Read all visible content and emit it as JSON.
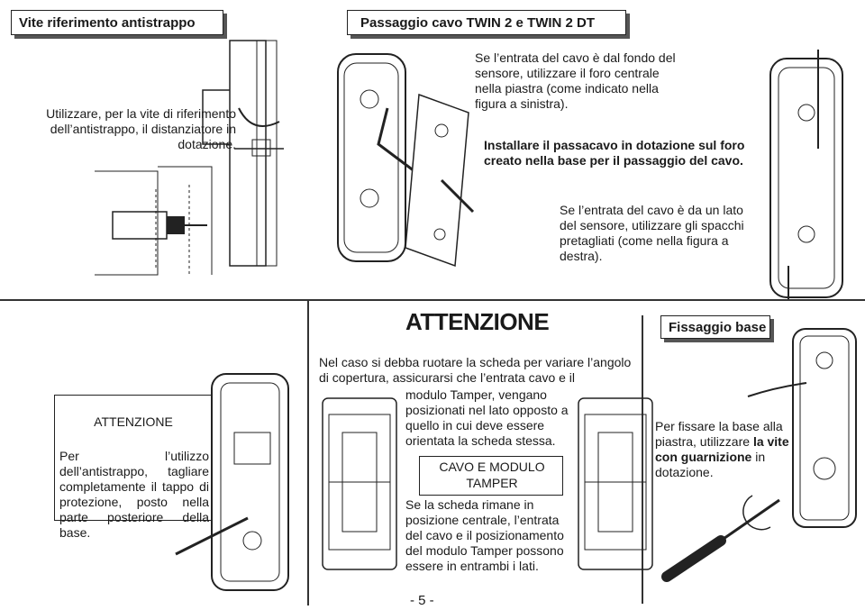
{
  "sections": {
    "vite": {
      "title": "Vite riferimento antistrappo",
      "text": "Utilizzare, per la vite di riferimento dell’antistrappo, il distanziatore in dotazione."
    },
    "twin": {
      "title": "Passaggio cavo TWIN 2 e TWIN 2 DT",
      "text1": "Se l’entrata del cavo è dal fondo del sensore, utilizzare il foro centrale nella piastra (come indicato nella figura a sinistra).",
      "text2": "Installare il passacavo in dotazione sul foro creato nella base per il passaggio del cavo.",
      "text3": "Se l’entrata del cavo è da un lato del sensore, utilizzare gli spacchi pretagliati (come nella figura a destra)."
    },
    "attenzione_left": {
      "title": "ATTENZIONE",
      "text": "Per l’utilizzo dell’antistrappo, tagliare completamente il tappo di protezione, posto nella parte posteriore della base."
    },
    "attenzione_center": {
      "title": "ATTENZIONE",
      "text1": "Nel caso si debba ruotare la scheda per variare l’angolo di copertura, assicurarsi che l’entrata cavo e il",
      "text2": "modulo Tamper, vengano posizionati nel lato opposto a quello in cui deve essere orientata la scheda stessa.",
      "label": "CAVO E MODULO TAMPER",
      "text3": "Se la scheda rimane in posizione centrale, l’entrata del cavo e il posizionamento del modulo Tamper possono essere in entrambi i lati."
    },
    "fissaggio": {
      "title": "Fissaggio base",
      "text_a": "Per fissare la base alla piastra, utilizzare",
      "text_b": "la vite con guarnizione",
      "text_c": "in dotazione."
    }
  },
  "page_number": "- 5 -"
}
